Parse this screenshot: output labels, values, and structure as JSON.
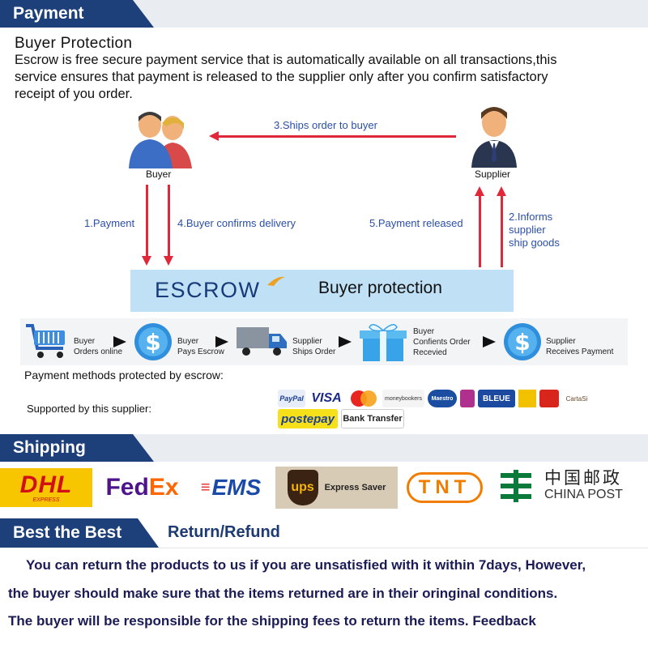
{
  "sections": {
    "payment": "Payment",
    "shipping": "Shipping",
    "best": "Best the Best",
    "return_refund": "Return/Refund"
  },
  "buyer_protection": {
    "heading": "Buyer Protection",
    "lines": [
      "Escrow is free secure payment service that is automatically available on all transactions,this",
      "service ensures that payment is released to the supplier only after you confirm satisfactory",
      "receipt of you order."
    ]
  },
  "flow": {
    "buyer": "Buyer",
    "supplier": "Supplier",
    "ships_order": "3.Ships order to buyer",
    "payment": "1.Payment",
    "confirms": "4.Buyer confirms delivery",
    "released": "5.Payment released",
    "informs": [
      "2.Informs",
      "supplier",
      "ship goods"
    ],
    "escrow": "ESCROW",
    "buyer_protection": "Buyer protection"
  },
  "steps": [
    {
      "line1": "Buyer",
      "line2": "Orders online",
      "icon": "cart-icon"
    },
    {
      "line1": "Buyer",
      "line2": "Pays Escrow",
      "icon": "dollar-coin-icon"
    },
    {
      "line1": "Supplier",
      "line2": "Ships Order",
      "icon": "truck-icon"
    },
    {
      "line1": "Buyer",
      "line2": "Confients Order",
      "line3": "Recevied",
      "icon": "gift-box-icon"
    },
    {
      "line1": "Supplier",
      "line2": "Receives Payment",
      "icon": "dollar-coin-icon"
    }
  ],
  "payment_methods": {
    "title": "Payment methods protected by escrow:",
    "supported": "Supported by this supplier:",
    "badges": [
      "PayPal",
      "VISA",
      "moneybookers",
      "Maestro",
      "BLEUE",
      "CartaSi"
    ],
    "postepay": "postepay",
    "bank": "Bank Transfer"
  },
  "carriers": {
    "dhl": "DHL",
    "dhl_sub": "EXPRESS",
    "fedex_fed": "Fed",
    "fedex_ex": "Ex",
    "ems": "EMS",
    "ups": "ups",
    "ups_sub": "Express Saver",
    "tnt": "TNT",
    "china_post_cn": "中国邮政",
    "china_post_en": "CHINA POST"
  },
  "refund_text": [
    "You can return the products to us if you are unsatisfied with it within 7days, However,",
    "the buyer should make sure that the items returned are in their oringinal conditions.",
    "The buyer will be responsible for the shipping fees to return the items. Feedback"
  ],
  "colors": {
    "header_blue": "#1d3f7a",
    "arrow_red": "#e0283a",
    "escrow_blue": "#bfe0f5",
    "label_blue": "#2b4fa8"
  }
}
